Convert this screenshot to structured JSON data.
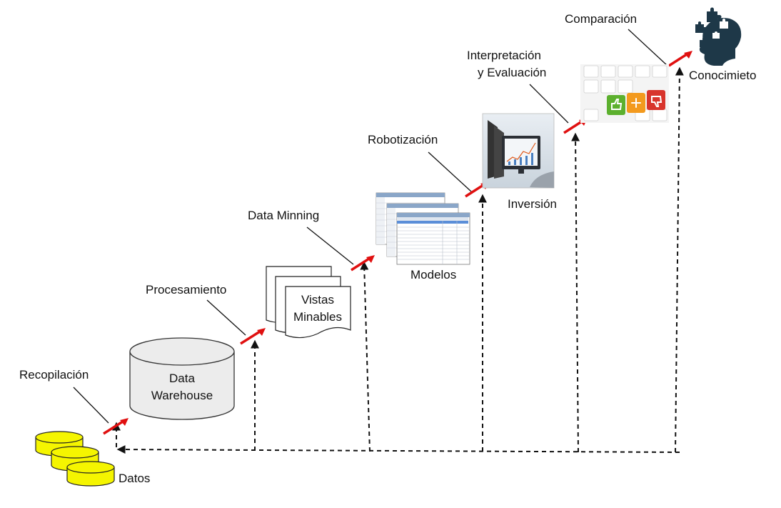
{
  "steps": {
    "recopilacion": "Recopilación",
    "procesamiento": "Procesamiento",
    "data_minning": "Data Minning",
    "robotizacion": "Robotización",
    "interpretacion_line1": "Interpretación",
    "interpretacion_line2": "y Evaluación",
    "comparacion": "Comparación"
  },
  "stages": {
    "datos": "Datos",
    "warehouse_line1": "Data",
    "warehouse_line2": "Warehouse",
    "vistas_line1": "Vistas",
    "vistas_line2": "Minables",
    "modelos": "Modelos",
    "inversion": "Inversión",
    "conocimiento": "Conocimieto"
  },
  "icons": {
    "datos": "yellow-database-stack-icon",
    "warehouse": "database-cylinder-icon",
    "vistas": "stacked-documents-icon",
    "modelos": "data-table-screenshot-icon",
    "inversion": "monitor-chart-icon",
    "comparacion": "keyboard-rating-keys-icon",
    "conocimiento": "head-puzzle-icon"
  },
  "colors": {
    "data_yellow": "#f5f500",
    "warehouse_fill": "#ececec",
    "arrow_red": "#e01010",
    "line_dark": "#111111"
  }
}
